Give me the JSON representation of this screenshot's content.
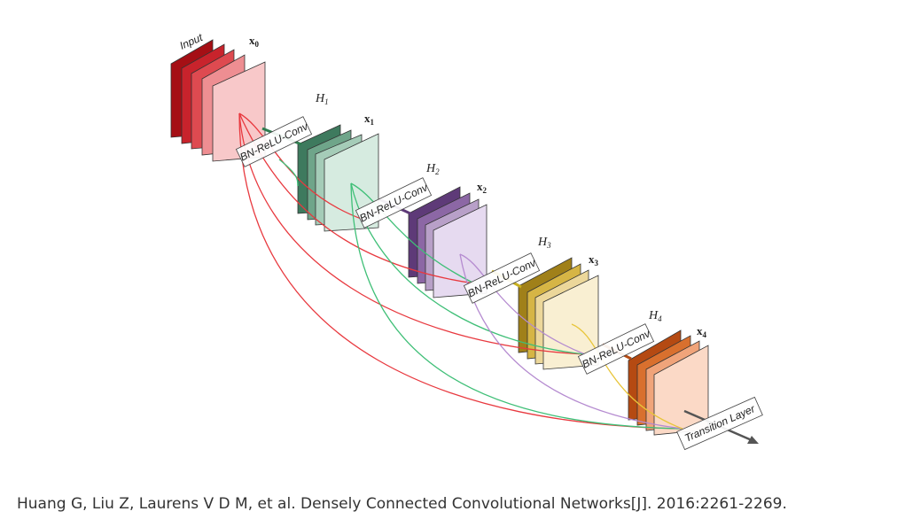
{
  "figure": {
    "input_label": "Input",
    "transition_label": "Transition Layer",
    "blocks": [
      {
        "x_label": "x",
        "x_sub": "0",
        "h_label": "",
        "h_sub": "",
        "box_label": "",
        "colors": [
          "#a50f15",
          "#c8232c",
          "#de4a50",
          "#ee8e92",
          "#f8c8c9"
        ]
      },
      {
        "x_label": "x",
        "x_sub": "1",
        "h_label": "H",
        "h_sub": "1",
        "box_label": "BN-ReLU-Conv",
        "colors": [
          "#3e7a5e",
          "#6fa58a",
          "#a5ccb8",
          "#d6ebe0"
        ]
      },
      {
        "x_label": "x",
        "x_sub": "2",
        "h_label": "H",
        "h_sub": "2",
        "box_label": "BN-ReLU-Conv",
        "colors": [
          "#5e3a78",
          "#8c67a5",
          "#b8a0c8",
          "#e6daf0"
        ]
      },
      {
        "x_label": "x",
        "x_sub": "3",
        "h_label": "H",
        "h_sub": "3",
        "box_label": "BN-ReLU-Conv",
        "colors": [
          "#a08019",
          "#d6b545",
          "#ecd79a",
          "#f9efd2"
        ]
      },
      {
        "x_label": "x",
        "x_sub": "4",
        "h_label": "H",
        "h_sub": "4",
        "box_label": "BN-ReLU-Conv",
        "colors": [
          "#b54a12",
          "#d9702e",
          "#f0a47a",
          "#fbd9c6"
        ]
      }
    ],
    "connection_colors": [
      "#e8393f",
      "#3fbf77",
      "#b58bd0",
      "#e8c53a"
    ]
  },
  "citation": "Huang G, Liu Z, Laurens V D M, et al. Densely Connected Convolutional Networks[J]. 2016:2261-2269."
}
